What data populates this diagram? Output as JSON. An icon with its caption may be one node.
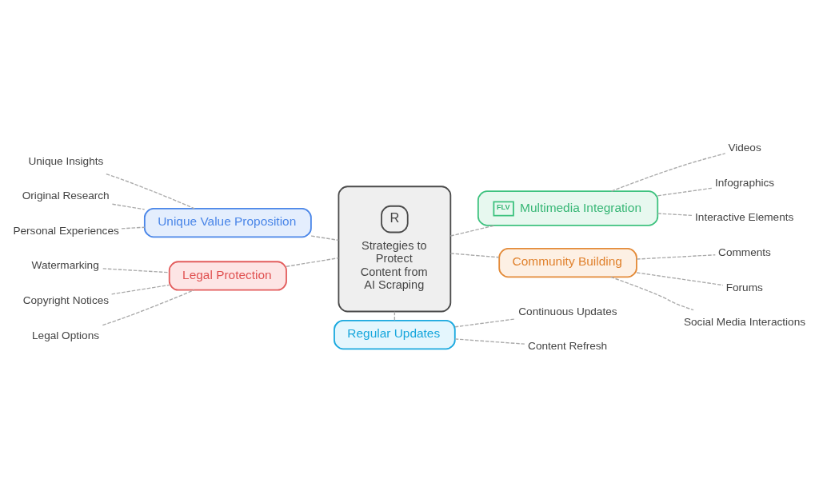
{
  "diagram": {
    "nodes": [
      {
        "text": [
          "R",
          "Strategies to Protect Content from AI Scraping"
        ]
      },
      {
        "text": [
          "Unique Value Proposition"
        ]
      },
      {
        "text": [
          "Unique Insights"
        ]
      },
      {
        "text": [
          "Original Research"
        ]
      },
      {
        "text": [
          "Personal Experiences"
        ]
      },
      {
        "text": [
          "FLV",
          "Multimedia Integration"
        ]
      },
      {
        "text": [
          "Videos"
        ]
      },
      {
        "text": [
          "Infographics"
        ]
      },
      {
        "text": [
          "Interactive Elements"
        ]
      },
      {
        "text": [
          "Legal Protection"
        ]
      },
      {
        "text": [
          "Watermarking"
        ]
      },
      {
        "text": [
          "Copyright Notices"
        ]
      },
      {
        "text": [
          "Legal Options"
        ]
      },
      {
        "text": [
          "Community Building"
        ]
      },
      {
        "text": [
          "Comments"
        ]
      },
      {
        "text": [
          "Forums"
        ]
      },
      {
        "text": [
          "Social Media Interactions"
        ]
      },
      {
        "text": [
          "Regular Updates"
        ]
      },
      {
        "text": [
          "Continuous Updates"
        ]
      },
      {
        "text": [
          "Content Refresh"
        ]
      }
    ],
    "edges": [
      {
        "from": 1,
        "to": 0,
        "arrow": "none",
        "style": "dashed"
      },
      {
        "from": 2,
        "to": 1,
        "arrow": "none",
        "style": "dashed"
      },
      {
        "from": 3,
        "to": 1,
        "arrow": "none",
        "style": "dashed"
      },
      {
        "from": 4,
        "to": 1,
        "arrow": "none",
        "style": "dashed"
      },
      {
        "from": 0,
        "to": 5,
        "arrow": "none",
        "style": "dashed"
      },
      {
        "from": 5,
        "to": 6,
        "arrow": "none",
        "style": "dashed"
      },
      {
        "from": 5,
        "to": 7,
        "arrow": "none",
        "style": "dashed"
      },
      {
        "from": 5,
        "to": 8,
        "arrow": "none",
        "style": "dashed"
      },
      {
        "from": 9,
        "to": 0,
        "arrow": "none",
        "style": "dashed"
      },
      {
        "from": 10,
        "to": 9,
        "arrow": "none",
        "style": "dashed"
      },
      {
        "from": 11,
        "to": 9,
        "arrow": "none",
        "style": "dashed"
      },
      {
        "from": 12,
        "to": 9,
        "arrow": "none",
        "style": "dashed"
      },
      {
        "from": 0,
        "to": 13,
        "arrow": "none",
        "style": "dashed"
      },
      {
        "from": 13,
        "to": 14,
        "arrow": "none",
        "style": "dashed"
      },
      {
        "from": 13,
        "to": 15,
        "arrow": "none",
        "style": "dashed"
      },
      {
        "from": 13,
        "to": 16,
        "arrow": "none",
        "style": "dashed"
      },
      {
        "from": 0,
        "to": 17,
        "arrow": "none",
        "style": "dashed"
      },
      {
        "from": 17,
        "to": 18,
        "arrow": "none",
        "style": "dashed"
      },
      {
        "from": 17,
        "to": 19,
        "arrow": "none",
        "style": "dashed"
      }
    ]
  }
}
